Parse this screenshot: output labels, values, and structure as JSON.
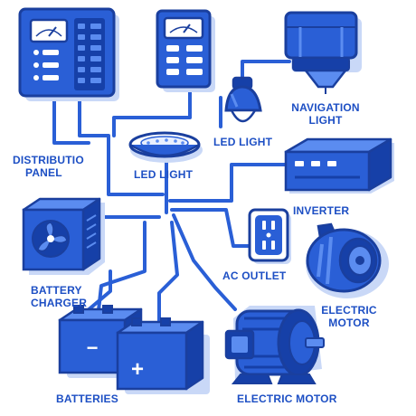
{
  "labels": {
    "distribution_panel": [
      "DISTRIBUTIO",
      "PANEL"
    ],
    "led_light_top": "LED LIGHT",
    "led_light_mid": "LED LIGHT",
    "navigation_light": [
      "NAVIGATION",
      "LIGHT"
    ],
    "inverter": "INVERTER",
    "ac_outlet": "AC OUTLET",
    "electric_motor_right": [
      "ELECTRIC",
      "MOTOR"
    ],
    "battery_charger": [
      "BATTERY",
      "CHARGER"
    ],
    "batteries": "BATTERIES",
    "electric_motor_bottom": "ELECTRIC MOTOR"
  },
  "symbols": {
    "battery_left_terminal": "−",
    "battery_right_terminal": "+"
  },
  "colors": {
    "primary": "#2a5fd6",
    "light": "#5b8cf0",
    "dark": "#1640a8",
    "outline": "#1a3f9e",
    "shadow": "#c9d8f7",
    "text": "#1d4fc4"
  }
}
